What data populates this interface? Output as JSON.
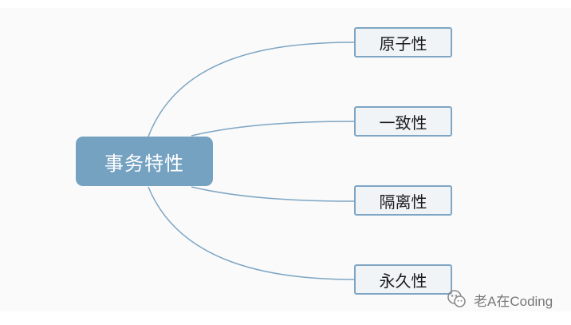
{
  "diagram": {
    "type": "mind-map",
    "root": {
      "label": "事务特性"
    },
    "children": [
      {
        "label": "原子性"
      },
      {
        "label": "一致性"
      },
      {
        "label": "隔离性"
      },
      {
        "label": "永久性"
      }
    ]
  },
  "watermark": {
    "text": "老A在Coding",
    "icon": "wechat-icon"
  },
  "colors": {
    "root_fill": "#76a2c2",
    "child_fill": "#f0f4f7",
    "child_border": "#7ea6c4",
    "connector": "#7ea6c4",
    "canvas": "#fafafa"
  }
}
